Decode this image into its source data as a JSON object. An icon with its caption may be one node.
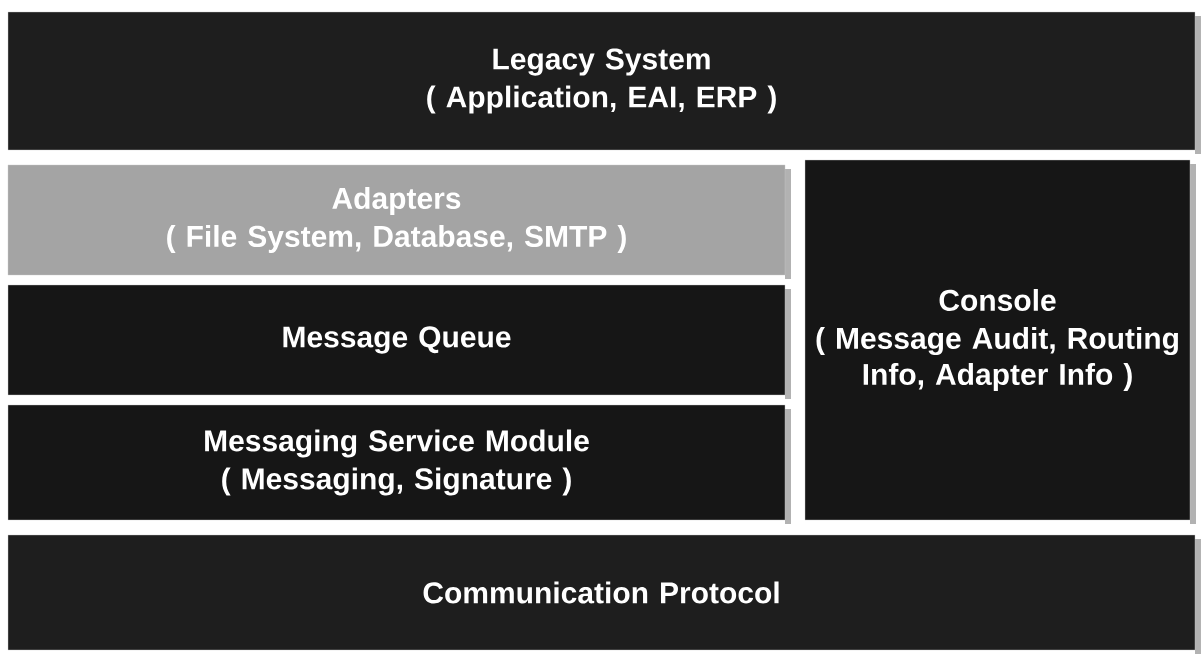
{
  "diagram": {
    "nodes": [
      {
        "text": [
          "Legacy System",
          "( Application, EAI, ERP )"
        ]
      },
      {
        "text": [
          "Adapters",
          "( File System, Database, SMTP )"
        ]
      },
      {
        "text": [
          "Console",
          "( Message Audit, Routing Info, Adapter Info )"
        ]
      },
      {
        "text": [
          "Message Queue"
        ]
      },
      {
        "text": [
          "Messaging Service Module",
          "( Messaging, Signature )"
        ]
      },
      {
        "text": [
          "Communication Protocol"
        ]
      }
    ]
  }
}
